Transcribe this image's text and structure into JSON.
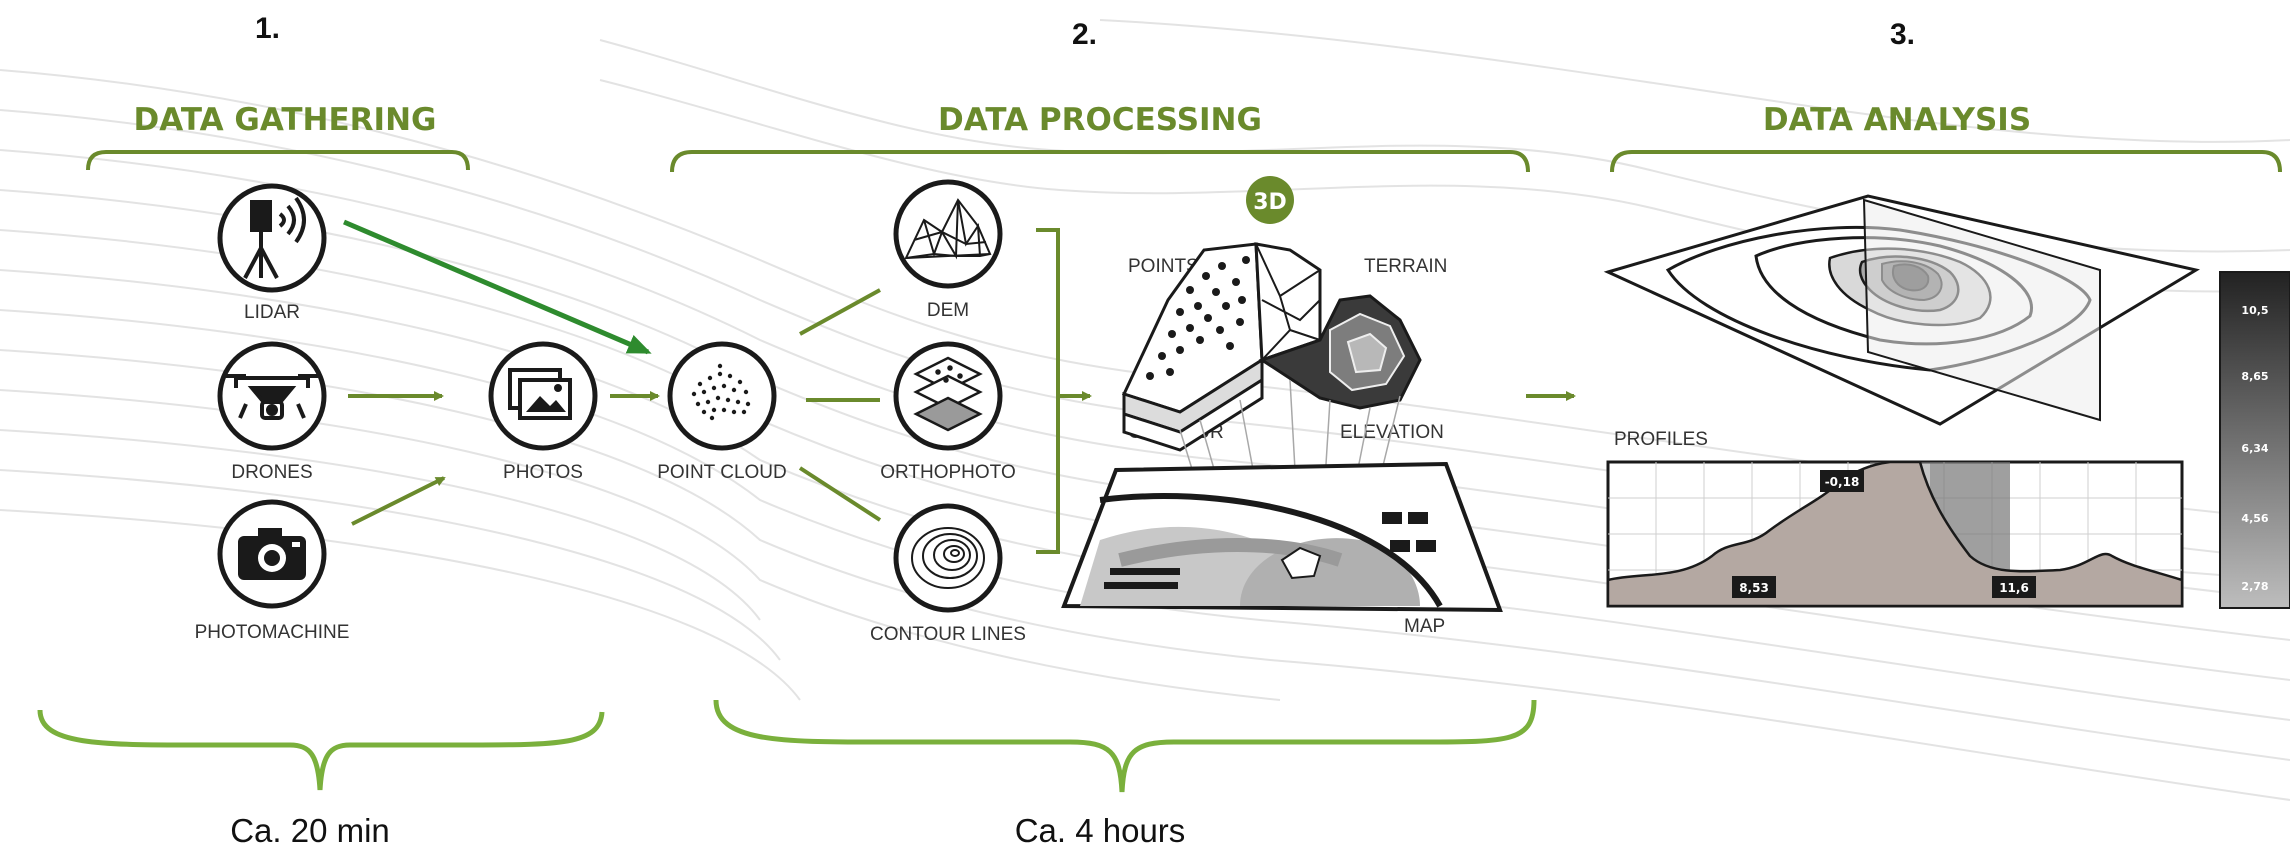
{
  "colors": {
    "accent_green": "#6a8a2c",
    "bright_green": "#2e8b2e",
    "icon_stroke": "#1a1a1a",
    "contour_bg": "#e2e2e2"
  },
  "steps": [
    {
      "number": "1.",
      "title": "DATA GATHERING",
      "duration": "Ca. 20 min"
    },
    {
      "number": "2.",
      "title": "DATA PROCESSING",
      "duration": "Ca. 4 hours"
    },
    {
      "number": "3.",
      "title": "DATA ANALYSIS"
    }
  ],
  "gathering": {
    "lidar": {
      "label": "LIDAR",
      "icon": "lidar-scanner-icon"
    },
    "drones": {
      "label": "DRONES",
      "icon": "drone-icon"
    },
    "photomachine": {
      "label": "PHOTOMACHINE",
      "icon": "camera-icon"
    },
    "photos": {
      "label": "PHOTOS",
      "icon": "photos-icon"
    }
  },
  "processing": {
    "point_cloud": {
      "label": "POINT CLOUD",
      "icon": "point-cloud-icon"
    },
    "dem": {
      "label": "DEM",
      "icon": "dem-mesh-icon"
    },
    "orthophoto": {
      "label": "ORTHOPHOTO",
      "icon": "orthophoto-layers-icon"
    },
    "contour_lines": {
      "label": "CONTOUR LINES",
      "icon": "contour-lines-icon"
    },
    "badge_3d": "3D",
    "model_labels": {
      "points": "POINTS",
      "terrain": "TERRAIN",
      "contour": "CONTOUR",
      "elevation": "ELEVATION",
      "map": "MAP"
    }
  },
  "analysis": {
    "profiles_label": "PROFILES",
    "profile_values": {
      "left": "8,53",
      "top": "-0,18",
      "right": "11,6"
    },
    "scale_values": [
      "10,5",
      "8,65",
      "6,34",
      "4,56",
      "2,78"
    ]
  }
}
